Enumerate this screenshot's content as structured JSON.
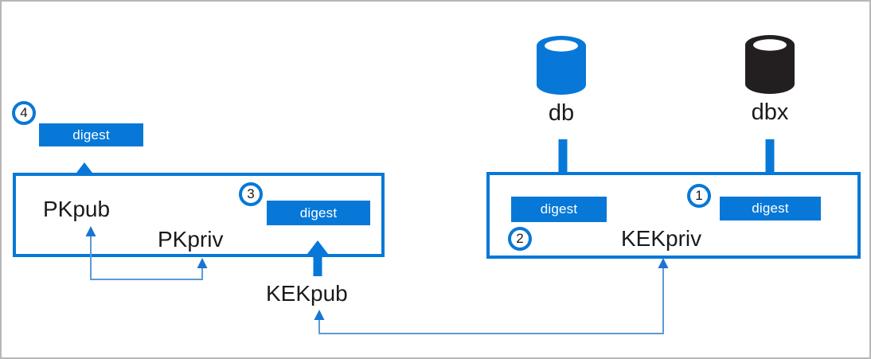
{
  "colors": {
    "accent": "#0778D7",
    "db_cylinder": "#0778D7",
    "dbx_cylinder": "#231F20",
    "connector_line": "#5B9BD5",
    "connector_arrow": "#1B74D0",
    "frame_border": "#B7B7B7",
    "text": "#1A1A1A",
    "digest_text": "#FFFFFF"
  },
  "cylinders": {
    "db": {
      "label": "db"
    },
    "dbx": {
      "label": "dbx"
    }
  },
  "badges": {
    "b1": "1",
    "b2": "2",
    "b3": "3",
    "b4": "4"
  },
  "digests": {
    "d1": "digest",
    "d2": "digest",
    "d3": "digest",
    "d4": "digest"
  },
  "keys": {
    "pkpub": "PKpub",
    "pkpriv": "PKpriv",
    "kekpub": "KEKpub",
    "kekpriv": "KEKpriv"
  }
}
